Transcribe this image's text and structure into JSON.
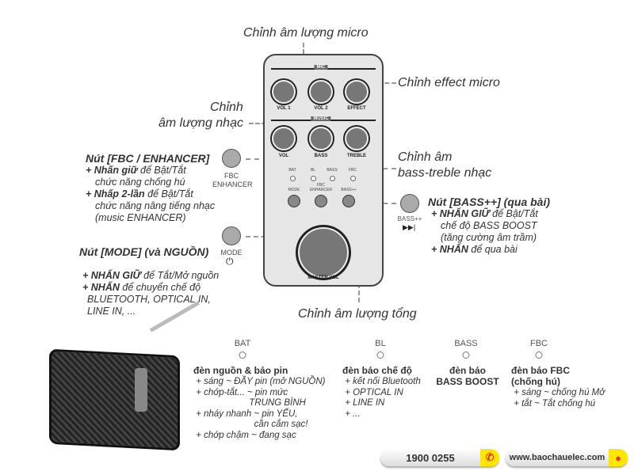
{
  "callouts": {
    "mic_volume": "Chỉnh âm lượng micro",
    "mic_effect": "Chỉnh effect micro",
    "music_volume_1": "Chỉnh",
    "music_volume_2": "âm lượng nhạc",
    "bass_treble_1": "Chỉnh âm",
    "bass_treble_2": "bass-treble nhạc",
    "master": "Chỉnh âm lượng tổng"
  },
  "panel": {
    "mic_tag": "MIC",
    "music_tag": "MUSIC",
    "knobs_mic": [
      "VOL 1",
      "VOL 2",
      "EFFECT"
    ],
    "knobs_music": [
      "VOL",
      "BASS",
      "TREBLE"
    ],
    "leds": [
      "BAT",
      "BL",
      "BASS",
      "FBC"
    ],
    "buttons": [
      "MODE",
      "FBC ENHANCER",
      "BASS++"
    ],
    "master": "MASTER VOL",
    "minus": "-",
    "plus": "+"
  },
  "fbc": {
    "button_label_1": "FBC",
    "button_label_2": "ENHANCER",
    "title": "Nút [FBC / ENHANCER]",
    "l1a": "+ Nhấn giữ",
    "l1b": " để Bật/Tắt",
    "l2": "chức năng chống hú",
    "l3a": "+ Nhấp 2-lần",
    "l3b": " để Bật/Tắt",
    "l4": "chức năng nâng tiếng nhạc",
    "l5": "(music ENHANCER)"
  },
  "mode": {
    "button_label": "MODE",
    "title": "Nút [MODE] (và NGUỒN)",
    "l1a": "+ NHẤN GIỮ",
    "l1b": " để Tắt/Mở nguồn",
    "l2a": "+ NHẤN",
    "l2b": " để chuyển chế độ",
    "l3": "BLUETOOTH, OPTICAL IN,",
    "l4": "LINE IN, ..."
  },
  "bass": {
    "button_label": "BASS++",
    "title": "Nút [BASS++] (qua bài)",
    "l1a": "+ NHẤN GIỮ",
    "l1b": " để Bật/Tắt",
    "l2": "chế độ BASS BOOST",
    "l3": "(tăng cường âm trầm)",
    "l4a": "+ NHẤN",
    "l4b": " để qua bài"
  },
  "indicators": [
    {
      "label": "BAT",
      "title": "đèn nguồn & báo pin",
      "lines": " + sáng ~ ĐẦY pin (mở NGUỒN)\n + chớp-tắt... ~ pin mức\n                      TRUNG BÌNH\n + nháy nhanh ~ pin YẾU,\n                        cần cắm sạc!\n + chớp chậm ~ đang sạc"
    },
    {
      "label": "BL",
      "title": "đèn báo chế độ",
      "lines": " + kết nối Bluetooth\n + OPTICAL IN\n + LINE IN\n + ..."
    },
    {
      "label": "BASS",
      "title": "đèn báo\nBASS BOOST",
      "lines": ""
    },
    {
      "label": "FBC",
      "title": "đèn báo FBC\n(chống hú)",
      "lines": " + sáng ~ chống hú Mở\n + tắt ~ Tắt chống hú"
    }
  ],
  "footer": {
    "phone": "1900 0255",
    "website": "www.baochauelec.com"
  }
}
